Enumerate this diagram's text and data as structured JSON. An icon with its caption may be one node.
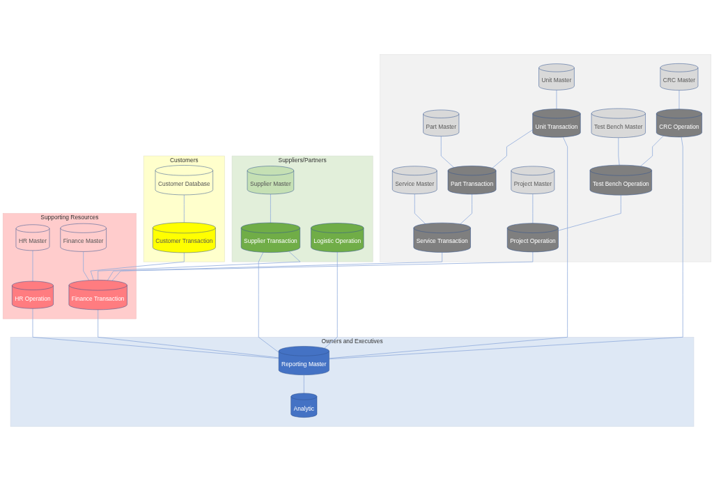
{
  "diagram": {
    "nodes": [
      {
        "text": [
          "Owners and Executives"
        ]
      },
      {
        "text": [
          "Reporting Master"
        ],
        "in": 0
      },
      {
        "text": [
          "Analytic"
        ],
        "in": 0
      },
      {
        "text": [],
        "shape": "box"
      },
      {
        "text": [
          "Unit Master"
        ],
        "in": 3
      },
      {
        "text": [
          "Part Master"
        ],
        "in": 3
      },
      {
        "text": [
          "Service Master"
        ],
        "in": 3
      },
      {
        "text": [
          "Unit Transaction"
        ],
        "in": 3
      },
      {
        "text": [
          "Part Transaction"
        ],
        "in": 3
      },
      {
        "text": [
          "Service Transaction"
        ],
        "in": 3
      },
      {
        "text": [
          "CRC Master"
        ],
        "in": 3
      },
      {
        "text": [
          "Test Bench Master"
        ],
        "in": 3
      },
      {
        "text": [
          "Project Master"
        ],
        "in": 3
      },
      {
        "text": [
          "CRC Operation"
        ],
        "in": 3
      },
      {
        "text": [
          "Test Bench Operation"
        ],
        "in": 3
      },
      {
        "text": [
          "Project Operation"
        ],
        "in": 3
      },
      {
        "text": [
          "Suppliers/Partners"
        ]
      },
      {
        "text": [
          "Supplier Master"
        ],
        "in": 16
      },
      {
        "text": [
          "Supplier Transaction"
        ],
        "in": 16
      },
      {
        "text": [
          "Logistic Operation"
        ],
        "in": 16
      },
      {
        "text": [
          "Customers"
        ]
      },
      {
        "text": [
          "Customer Database"
        ],
        "in": 20
      },
      {
        "text": [
          "Customer Transaction"
        ],
        "in": 20
      },
      {
        "text": [
          "Supporting Resources"
        ]
      },
      {
        "text": [
          "HR Master"
        ],
        "in": 23
      },
      {
        "text": [
          "HR Operation"
        ],
        "in": 23
      },
      {
        "text": [
          "Finance Master"
        ],
        "in": 23
      },
      {
        "text": [
          "Finance Transaction"
        ],
        "in": 23
      }
    ],
    "edges": [
      {
        "from": 1,
        "to": 2,
        "arrow": "none"
      },
      {
        "from": 4,
        "to": 7,
        "arrow": "none"
      },
      {
        "from": 5,
        "to": 8,
        "arrow": "none"
      },
      {
        "from": 6,
        "to": 9,
        "arrow": "none"
      },
      {
        "from": 7,
        "to": 8,
        "arrow": "none"
      },
      {
        "from": 8,
        "to": 9,
        "arrow": "none"
      },
      {
        "from": 10,
        "to": 13,
        "arrow": "none"
      },
      {
        "from": 11,
        "to": 14,
        "arrow": "none"
      },
      {
        "from": 12,
        "to": 15,
        "arrow": "none"
      },
      {
        "from": 13,
        "to": 14,
        "arrow": "none"
      },
      {
        "from": 14,
        "to": 15,
        "arrow": "none"
      },
      {
        "from": 17,
        "to": 18,
        "arrow": "none"
      },
      {
        "from": 21,
        "to": 22,
        "arrow": "none"
      },
      {
        "from": 24,
        "to": 25,
        "arrow": "none"
      },
      {
        "from": 26,
        "to": 27,
        "arrow": "none"
      },
      {
        "from": 7,
        "to": 1,
        "arrow": "none"
      },
      {
        "from": 18,
        "to": 1,
        "arrow": "none"
      },
      {
        "from": 19,
        "to": 1,
        "arrow": "none"
      },
      {
        "from": 13,
        "to": 1,
        "arrow": "none"
      },
      {
        "from": 25,
        "to": 1,
        "arrow": "none"
      },
      {
        "from": 27,
        "to": 1,
        "arrow": "none"
      },
      {
        "from": 9,
        "to": 27,
        "arrow": "none"
      },
      {
        "from": 15,
        "to": 27,
        "arrow": "none"
      },
      {
        "from": 22,
        "to": 27,
        "arrow": "none"
      },
      {
        "from": 18,
        "to": 27,
        "arrow": "none"
      }
    ]
  }
}
